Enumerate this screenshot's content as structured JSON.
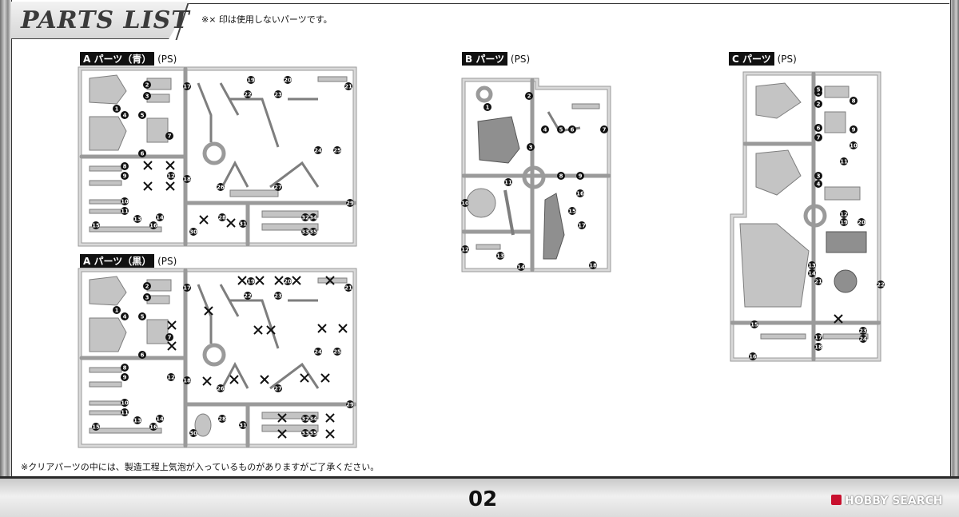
{
  "header": {
    "title": "PARTS LIST",
    "note": "※× 印は使用しないパーツです。"
  },
  "footer": {
    "note": "※クリアパーツの中には、製造工程上気泡が入っているものがありますがご了承ください。",
    "page_number": "02",
    "watermark": "HOBBY SEARCH"
  },
  "sprues": {
    "a_blue": {
      "tag": "A パーツ（青）",
      "material": "(PS)",
      "numbers": [
        "1",
        "2",
        "3",
        "4",
        "5",
        "6",
        "7",
        "8",
        "9",
        "10",
        "11",
        "12",
        "13",
        "14",
        "15",
        "16",
        "17",
        "18",
        "19",
        "20",
        "21",
        "22",
        "23",
        "24",
        "25",
        "26",
        "27",
        "28",
        "29",
        "30",
        "31",
        "32",
        "33",
        "34",
        "35"
      ]
    },
    "a_black": {
      "tag": "A パーツ（黒）",
      "material": "(PS)",
      "numbers": [
        "1",
        "2",
        "3",
        "4",
        "5",
        "6",
        "7",
        "8",
        "9",
        "10",
        "11",
        "12",
        "13",
        "14",
        "15",
        "16",
        "17",
        "18",
        "19",
        "20",
        "21",
        "22",
        "23",
        "24",
        "25",
        "26",
        "27",
        "28",
        "29",
        "30",
        "31",
        "32",
        "33",
        "34",
        "35"
      ]
    },
    "b": {
      "tag": "B パーツ",
      "material": "(PS)",
      "numbers": [
        "1",
        "2",
        "3",
        "4",
        "5",
        "6",
        "7",
        "8",
        "9",
        "10",
        "11",
        "12",
        "13",
        "14",
        "15",
        "16",
        "17",
        "18"
      ]
    },
    "c": {
      "tag": "C パーツ",
      "material": "(PS)",
      "numbers": [
        "1",
        "2",
        "3",
        "4",
        "5",
        "6",
        "7",
        "8",
        "9",
        "10",
        "11",
        "12",
        "13",
        "14",
        "15",
        "16",
        "17",
        "18",
        "19",
        "20",
        "21",
        "22",
        "23",
        "24"
      ]
    }
  },
  "colors": {
    "frame_dark": "#2a2a2a",
    "runner": "#9a9a9a",
    "part": "#c4c4c4",
    "marker": "#111111"
  }
}
